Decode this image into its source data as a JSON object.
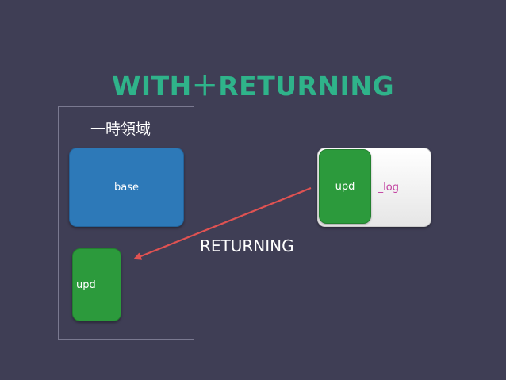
{
  "title": "WITH＋RETURNING",
  "temp_area": {
    "label": "一時領域"
  },
  "boxes": {
    "base": "base",
    "upd_temp": "upd",
    "log_table": "_log",
    "upd_log": "upd"
  },
  "arrow": {
    "label": "RETURNING",
    "color": "#e05252"
  },
  "colors": {
    "background": "#3f3e55",
    "title": "#2fb38a",
    "base_box": "#2d79b8",
    "upd_box": "#2c9a3c",
    "log_text": "#c23fa0"
  }
}
